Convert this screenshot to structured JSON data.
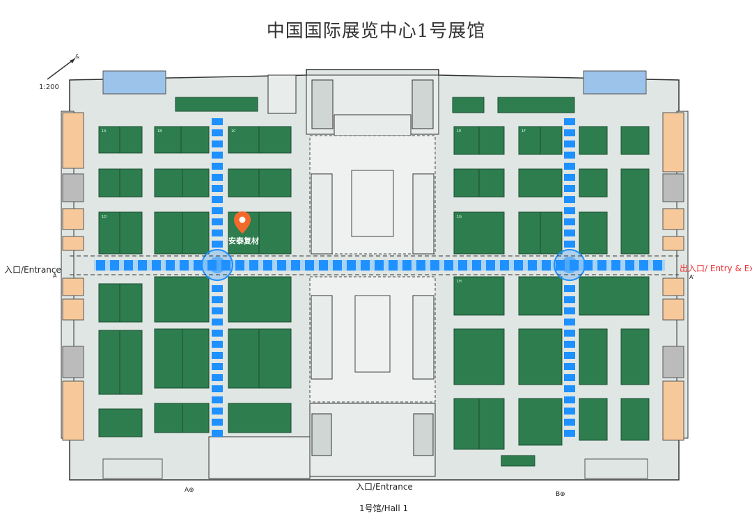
{
  "title": "中国国际展览中心1号展馆",
  "scale": "1:200",
  "north_label": "&",
  "entrance_left": "入口/Entrance",
  "entrance_left_code": "A",
  "entrance_right": "出入口/ Entry & Exit",
  "entrance_right_code": "A'",
  "entrance_bottom": "入口/Entrance",
  "hall_label": "1号馆/Hall 1",
  "door_a": "A⊕",
  "door_b": "B⊕",
  "marker": {
    "label": "安泰复材"
  },
  "colors": {
    "booth": "#2e7d4f",
    "floor": "#dfe6e3",
    "aisle": "#1e90ff",
    "service": "#f7c99a",
    "restroom": "#9cc3ea"
  },
  "booth_labels": [
    "1A",
    "1B",
    "1C",
    "1D",
    "1E",
    "1F",
    "1G",
    "1H"
  ]
}
